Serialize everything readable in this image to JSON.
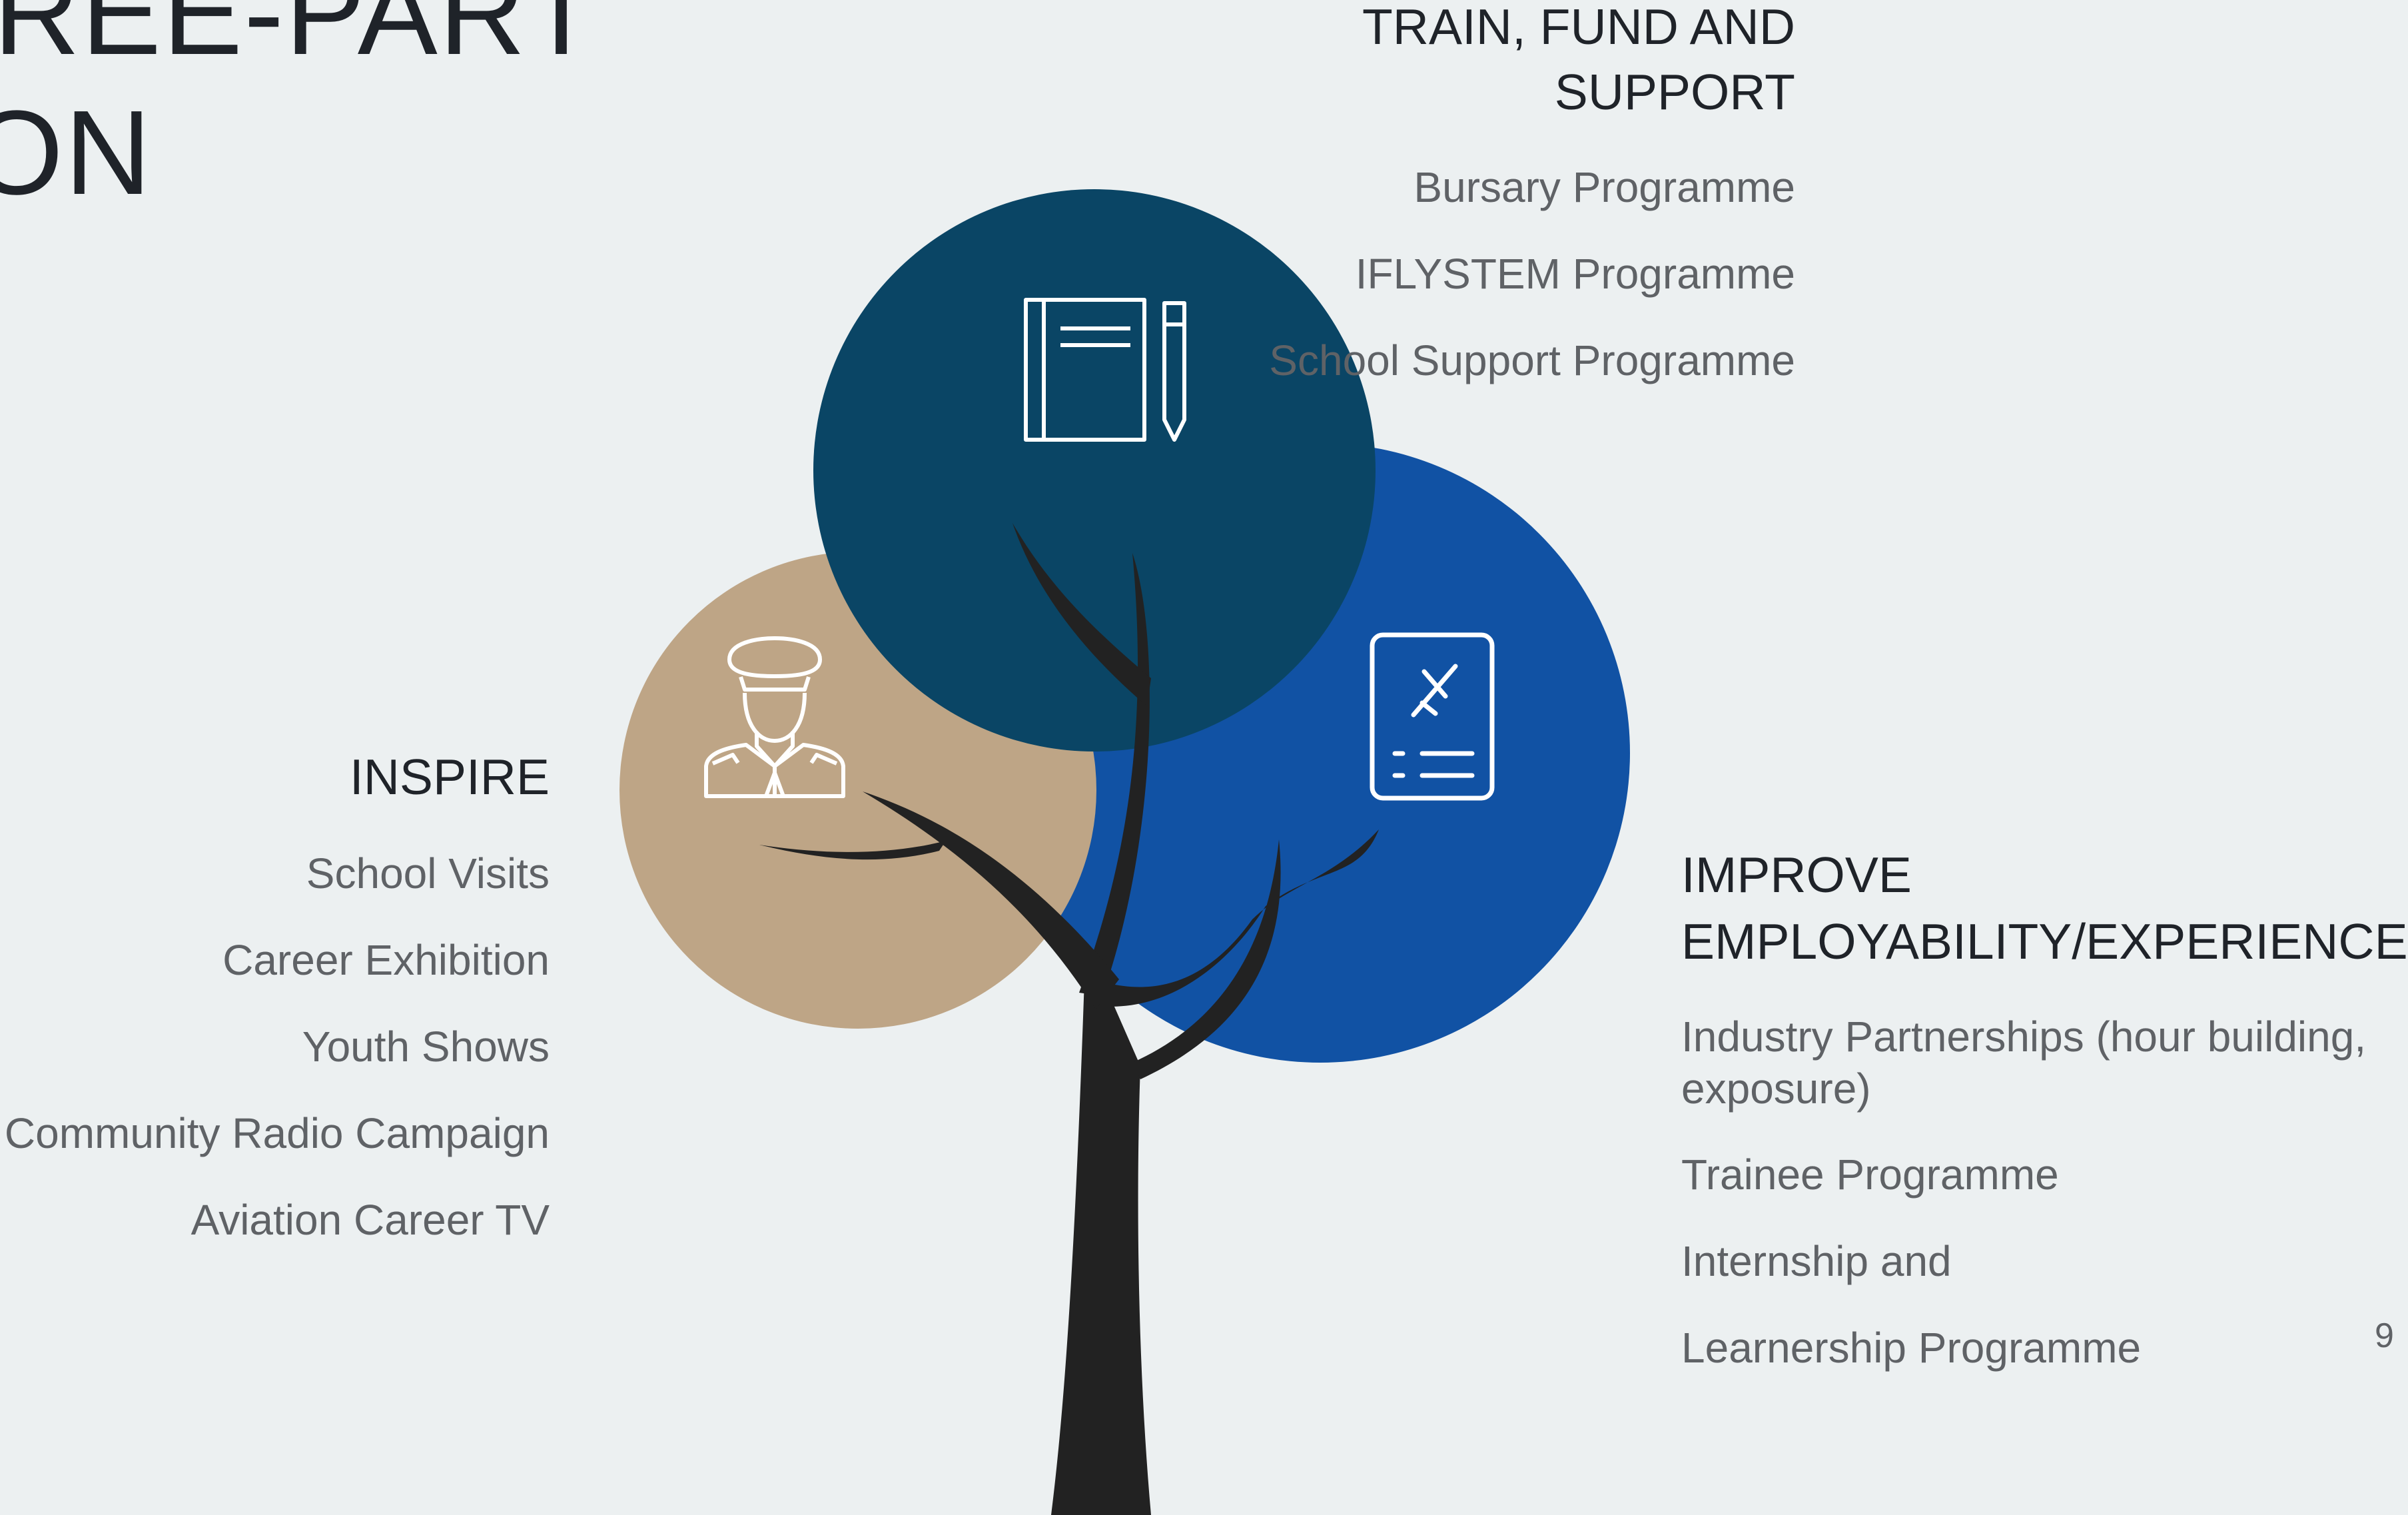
{
  "title": {
    "line1": "REE-PART",
    "line2": "ON"
  },
  "sections": {
    "train": {
      "heading_line1": "TRAIN, FUND AND",
      "heading_line2": "SUPPORT",
      "items": [
        "Bursary Programme",
        "IFLYSTEM Programme",
        "School Support Programme"
      ],
      "color": "#0a4565",
      "icon": "notebook-pen-icon"
    },
    "inspire": {
      "heading": "INSPIRE",
      "items": [
        "School Visits",
        "Career Exhibition",
        "Youth Shows",
        "Community Radio Campaign",
        "Aviation Career TV"
      ],
      "color": "#bea586",
      "icon": "pilot-icon"
    },
    "improve": {
      "heading_line1": "IMPROVE",
      "heading_line2": "EMPLOYABILITY/EXPERIENCE",
      "items": [
        "Industry Partnerships (hour building,",
        "exposure)",
        "Trainee Programme",
        "Internship and",
        "Learnership Programme"
      ],
      "color": "#1152a4",
      "icon": "airplane-ticket-icon"
    }
  },
  "tree_color": "#222222",
  "page_number": "9"
}
